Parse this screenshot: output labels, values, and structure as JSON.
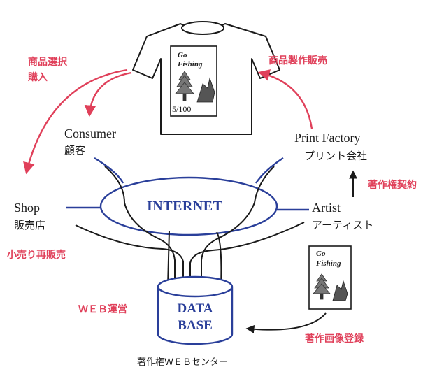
{
  "nodes": {
    "consumer": {
      "en": "Consumer",
      "jp": "顧客"
    },
    "print_factory": {
      "en": "Print Factory",
      "jp": "プリント会社"
    },
    "shop": {
      "en": "Shop",
      "jp": "販売店"
    },
    "artist": {
      "en": "Artist",
      "jp": "アーティスト"
    },
    "internet": {
      "label": "INTERNET"
    },
    "database": {
      "line1": "DATA",
      "line2": "BASE",
      "caption": "著作権ＷＥＢセンター"
    }
  },
  "arrows": {
    "select_purchase_line1": "商品選択",
    "select_purchase_line2": "購入",
    "manufacture_sell": "商品製作販売",
    "copyright_contract": "著作権契約",
    "resale": "小売り再販売",
    "web_operation": "ＷＥＢ運営",
    "image_registration": "著作画像登録"
  },
  "artwork": {
    "title_line1": "Go",
    "title_line2": "Fishing",
    "edition": "5/100"
  },
  "colors": {
    "accent_red": "#e0405a",
    "network_blue": "#2a3f9a",
    "line_dark": "#1a1a1a"
  }
}
